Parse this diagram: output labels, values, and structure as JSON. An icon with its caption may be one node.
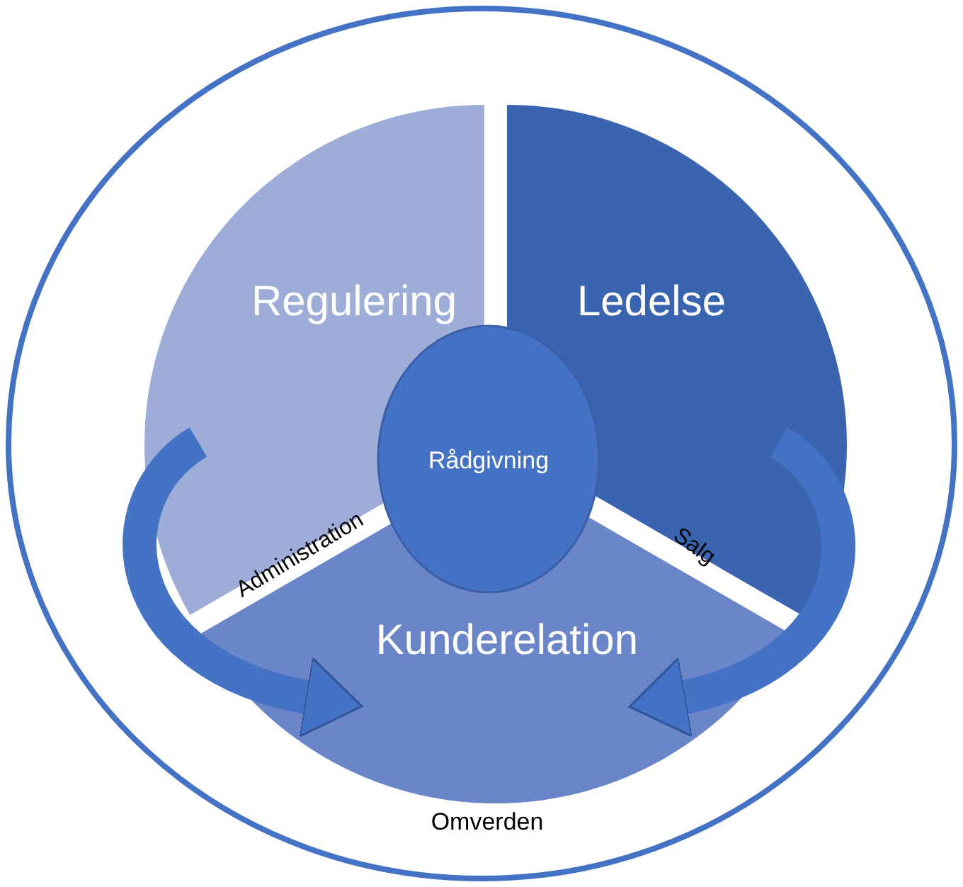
{
  "diagram": {
    "nodes": [
      {
        "text": [
          "Omverden"
        ]
      },
      {
        "text": [
          "Regulering"
        ],
        "in": 0
      },
      {
        "text": [
          "Ledelse"
        ],
        "in": 0
      },
      {
        "text": [
          "Rådgivning"
        ],
        "in": 0
      },
      {
        "text": [
          "Kunderelation"
        ],
        "in": 0
      }
    ],
    "edges": [
      {
        "from": 1,
        "to": 4,
        "arrow": "to"
      },
      {
        "from": 2,
        "to": 4,
        "arrow": "to"
      }
    ],
    "labels": [
      "Administration",
      "Salg"
    ]
  }
}
